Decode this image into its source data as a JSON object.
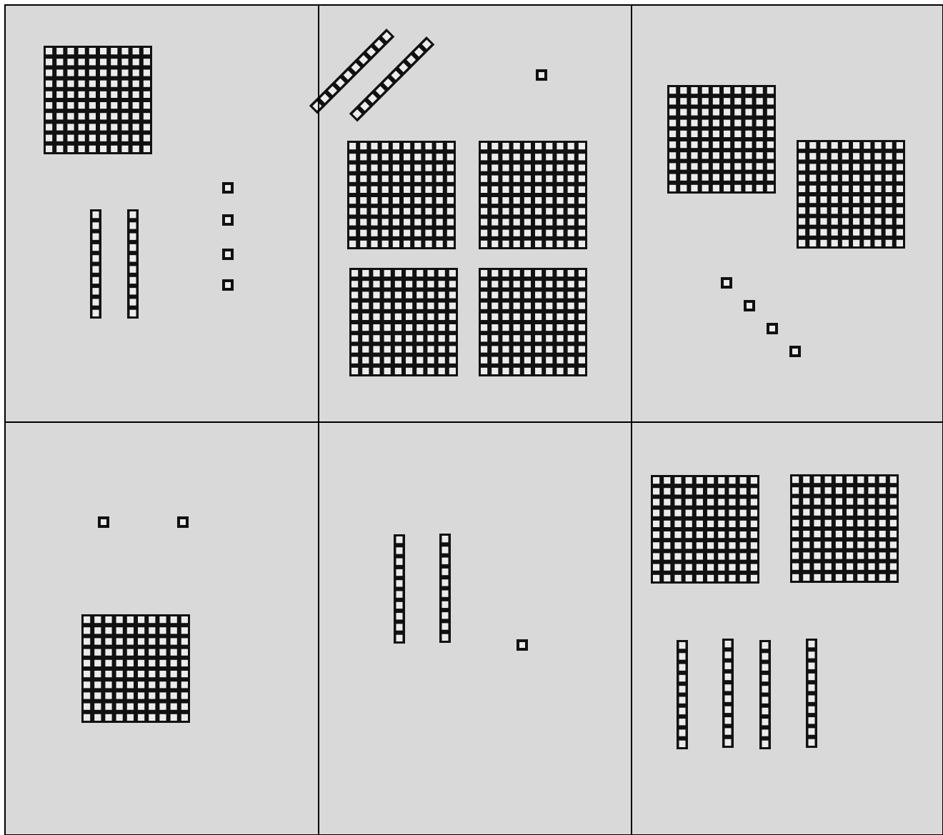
{
  "colors": {
    "background": "#d9d9d9",
    "grid_line": "#000000",
    "block_stroke": "#111111",
    "block_fill": "#ececec"
  },
  "table": {
    "rows": 2,
    "columns": 3
  },
  "cells": [
    {
      "label": "",
      "hundreds": 1,
      "tens": 2,
      "ones": 4
    },
    {
      "label": "",
      "hundreds": 4,
      "tens": 2,
      "ones": 1
    },
    {
      "label": "",
      "hundreds": 2,
      "tens": 0,
      "ones": 4
    },
    {
      "label": "",
      "hundreds": 1,
      "tens": 0,
      "ones": 2
    },
    {
      "label": "",
      "hundreds": 0,
      "tens": 2,
      "ones": 1
    },
    {
      "label": "",
      "hundreds": 2,
      "tens": 4,
      "ones": 0
    }
  ],
  "icons": {
    "hundred": "hundred-flat-icon",
    "ten": "ten-rod-icon",
    "one": "unit-cube-icon"
  }
}
